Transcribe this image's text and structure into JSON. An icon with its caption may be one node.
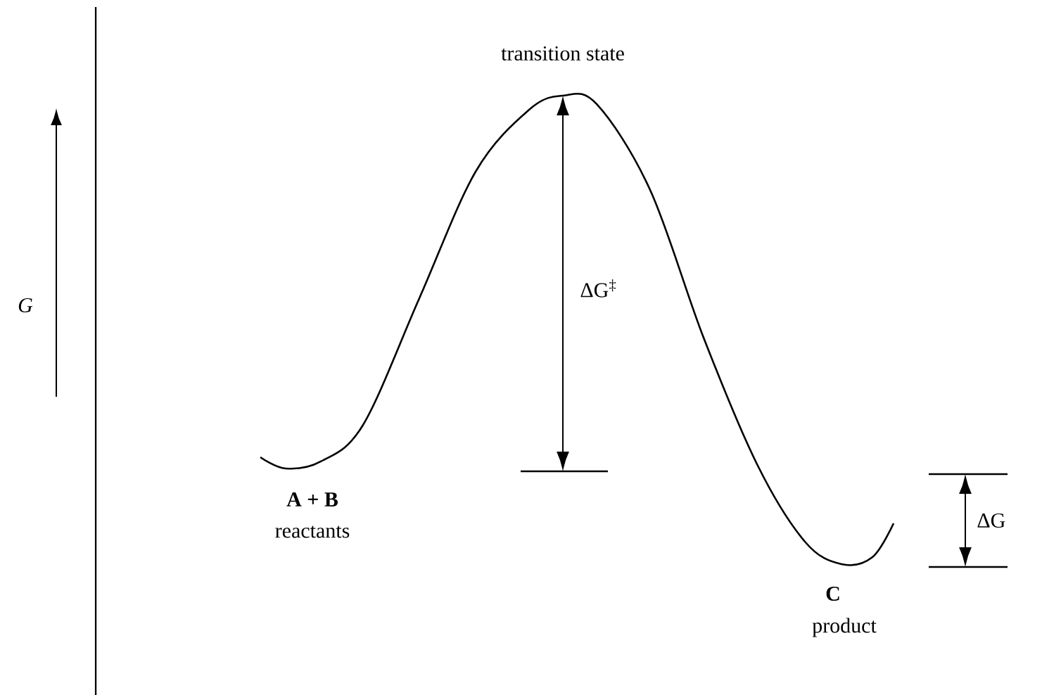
{
  "diagram": {
    "labels": [
      "transition state",
      "G",
      "ΔG$^{‡}$",
      "A + B",
      "reactants",
      "ΔG",
      "C",
      "product"
    ]
  }
}
